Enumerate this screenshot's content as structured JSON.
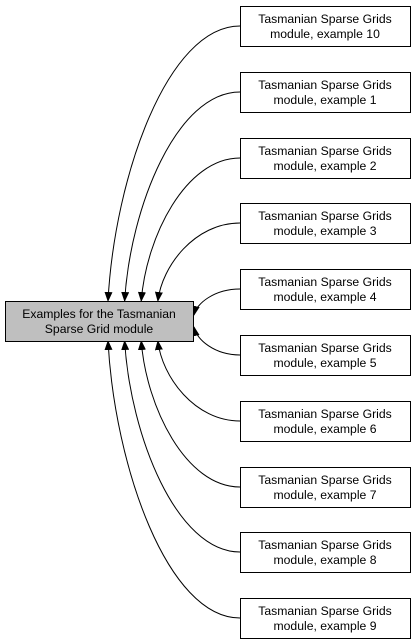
{
  "diagram": {
    "center_node": {
      "lines": [
        "Examples for the Tasmanian",
        "Sparse Grid module"
      ],
      "fill": "#bfbfbf",
      "stroke": "#000000"
    },
    "child_nodes": [
      {
        "lines": [
          "Tasmanian Sparse Grids",
          "module, example 10"
        ]
      },
      {
        "lines": [
          "Tasmanian Sparse Grids",
          "module, example 1"
        ]
      },
      {
        "lines": [
          "Tasmanian Sparse Grids",
          "module, example 2"
        ]
      },
      {
        "lines": [
          "Tasmanian Sparse Grids",
          "module, example 3"
        ]
      },
      {
        "lines": [
          "Tasmanian Sparse Grids",
          "module, example 4"
        ]
      },
      {
        "lines": [
          "Tasmanian Sparse Grids",
          "module, example 5"
        ]
      },
      {
        "lines": [
          "Tasmanian Sparse Grids",
          "module, example 6"
        ]
      },
      {
        "lines": [
          "Tasmanian Sparse Grids",
          "module, example 7"
        ]
      },
      {
        "lines": [
          "Tasmanian Sparse Grids",
          "module, example 8"
        ]
      },
      {
        "lines": [
          "Tasmanian Sparse Grids",
          "module, example 9"
        ]
      }
    ],
    "child_fill": "#ffffff",
    "edge_color": "#000000",
    "edge_direction": "child-to-center"
  }
}
